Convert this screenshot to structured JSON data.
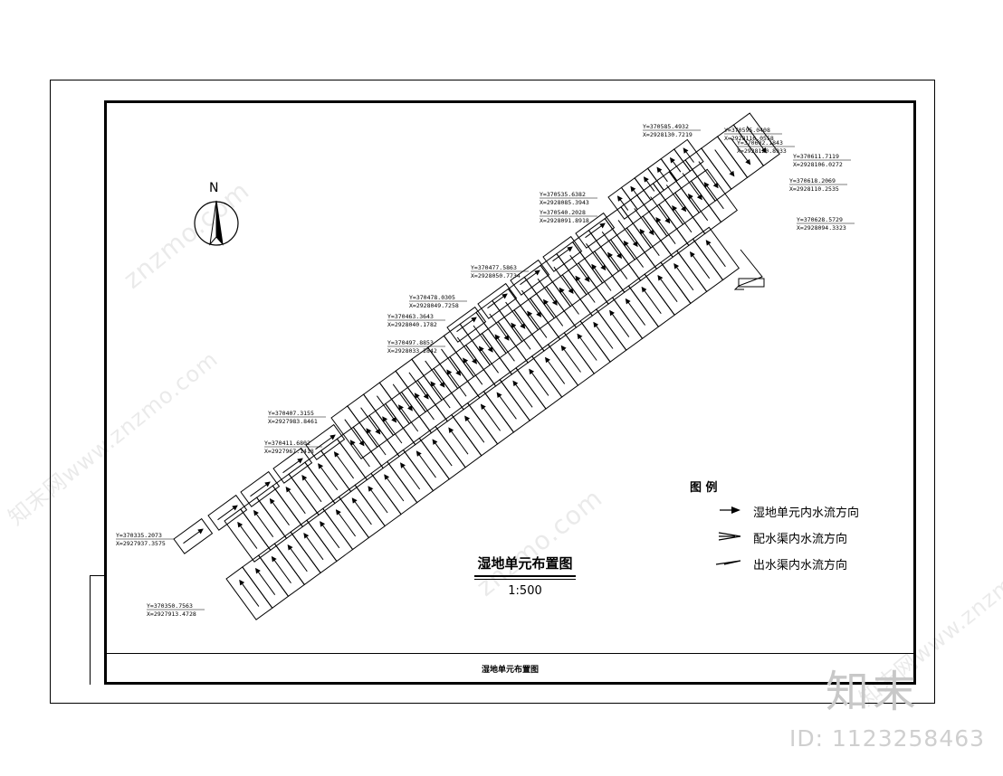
{
  "watermarks": [
    "znzmo.com",
    "znzmo.com",
    "知末网www.znzmo.com",
    "知末网www.znzmo.com"
  ],
  "logo_text": "知末",
  "id_label": "ID: 1123258463",
  "north_label": "N",
  "drawing_title": "湿地单元布置图",
  "drawing_scale": "1:500",
  "title_strip_text": "湿地单元布置图",
  "legend": {
    "title": "图 例",
    "items": [
      {
        "label": "湿地单元内水流方向",
        "symbol": "filled-arrow"
      },
      {
        "label": "配水渠内水流方向",
        "symbol": "chevron-arrow"
      },
      {
        "label": "出水渠内水流方向",
        "symbol": "half-arrow"
      }
    ]
  },
  "coordinates": [
    {
      "y": "Y=370585.4932",
      "x": "X=2928130.7219"
    },
    {
      "y": "Y=370595.0408",
      "x": "X=2928116.0558"
    },
    {
      "y": "Y=370602.1843",
      "x": "X=2928120.8933"
    },
    {
      "y": "Y=370611.7119",
      "x": "X=2928106.0272"
    },
    {
      "y": "Y=370618.2069",
      "x": "X=2928110.2535"
    },
    {
      "y": "Y=370628.5729",
      "x": "X=2928094.3323"
    },
    {
      "y": "Y=370535.6382",
      "x": "X=2928085.3943"
    },
    {
      "y": "Y=370540.2028",
      "x": "X=2928091.8918"
    },
    {
      "y": "Y=370477.5863",
      "x": "X=2928050.7734"
    },
    {
      "y": "Y=370478.0305",
      "x": "X=2928049.7258"
    },
    {
      "y": "Y=370463.3643",
      "x": "X=2928040.1782"
    },
    {
      "y": "Y=370497.8853",
      "x": "X=2928033.2842"
    },
    {
      "y": "Y=370407.3155",
      "x": "X=2927983.8461"
    },
    {
      "y": "Y=370411.6802",
      "x": "X=2927967.1418"
    },
    {
      "y": "Y=370335.2073",
      "x": "X=2927937.3575"
    },
    {
      "y": "Y=370350.7563",
      "x": "X=2927913.4728"
    }
  ]
}
